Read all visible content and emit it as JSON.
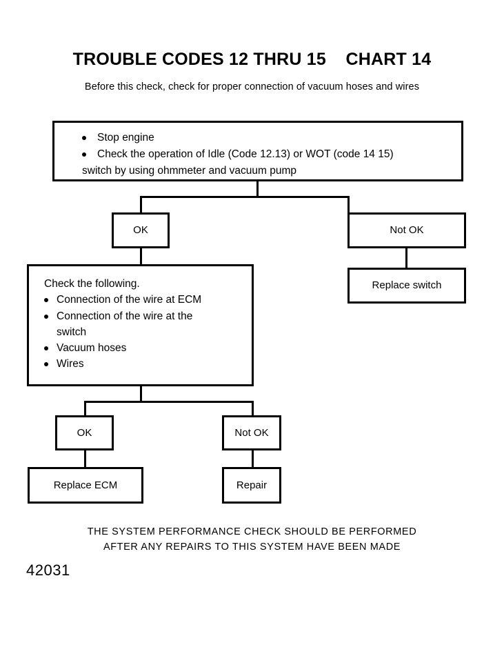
{
  "header": {
    "title": "TROUBLE CODES 12 THRU 15    CHART 14",
    "subtitle": "Before this check, check for proper connection of vacuum hoses and wires"
  },
  "flowchart": {
    "top_box": {
      "line1": "Stop engine",
      "line2": "Check the operation of Idle (Code 12.13) or WOT (code 14 15)",
      "line3": "switch by using ohmmeter and vacuum pump"
    },
    "branch1_ok": "OK",
    "branch1_not_ok": "Not OK",
    "replace_switch": "Replace switch",
    "check_box": {
      "lead": "Check the following.",
      "items": [
        "Connection of the wire at ECM",
        "Connection of the wire at the",
        "switch",
        "Vacuum hoses",
        "Wires"
      ]
    },
    "branch2_ok": "OK",
    "branch2_not_ok": "Not OK",
    "replace_ecm": "Replace ECM",
    "repair": "Repair"
  },
  "footer": {
    "note_line1": "THE SYSTEM PERFORMANCE CHECK SHOULD BE PERFORMED",
    "note_line2": "AFTER ANY REPAIRS TO THIS SYSTEM HAVE BEEN MADE",
    "doc_number": "42031"
  },
  "colors": {
    "ink": "#000000",
    "paper": "#ffffff"
  }
}
